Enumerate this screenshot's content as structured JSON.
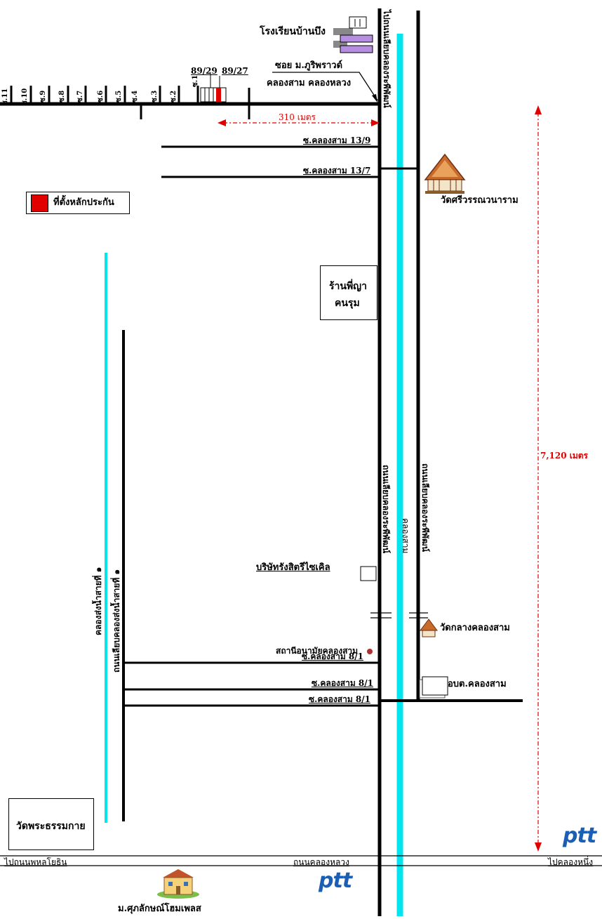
{
  "colors": {
    "road": "#000000",
    "canal": "#00e5ee",
    "distance": "#e00000",
    "legend_marker": "#e00000",
    "school": "#b58ee0",
    "ptt": "#1a5fb4"
  },
  "legend": {
    "label": "ที่ตั้งหลักประกัน"
  },
  "top_area": {
    "school": "โรงเรียนบ้านบึง",
    "to_road": "ไปถนนเลียบคลองระพีพัฒน์",
    "soi_name": "ซอย ม.ภูริพราวด์",
    "canal_names": "คลองสาม คลองหลวง",
    "plot_left": "89/29",
    "plot_right": "89/27",
    "distance_short": "310 เมตร",
    "sois": [
      "ซ.11",
      "ซ.10",
      "ซ.9",
      "ซ.8",
      "ซ.7",
      "ซ.6",
      "ซ.5",
      "ซ.4",
      "ซ.3",
      "ซ.2",
      "ซ.1"
    ]
  },
  "side_roads": {
    "r13_9": "ซ.คลองสาม 13/9",
    "r13_7": "ซ.คลองสาม 13/7",
    "r8_1a": "ซ.คลองสาม 8/1",
    "r8_1b": "ซ.คลองสาม 8/1",
    "r8_1c": "ซ.คลองสาม 8/1"
  },
  "places": {
    "temple_top": "วัดศรีวรรณวนาราม",
    "shop_line1": "ร้านพี่ญา",
    "shop_line2": "คนรุม",
    "company": "บริษัทรังสิตรีไซเคิล",
    "temple_mid": "วัดกลางคลองสาม",
    "health": "สถานีอนามัยคลองสาม",
    "sao": "อบต.คลองสาม",
    "wat_dhamma": "วัดพระธรรมกาย",
    "village": "ม.ศุภลักษณ์โฮมเพลส"
  },
  "vertical_labels": {
    "road_west": "ถนนเลียบคลองระพีพัฒน์",
    "canal": "คลองสาม",
    "road_east": "ถนนเลียบคลองระพีพัฒน์",
    "canal_left": "คลองส่งน้ำสายที่ ๑",
    "road_left": "ถนนเลียบคลองส่งน้ำสายที่ ๑"
  },
  "bottom": {
    "to_phahon": "ไปถนนพหลโยธิน",
    "main_road": "ถนนคลองหลวง",
    "to_khlong_nueng": "ไปคลองหนึ่ง",
    "ptt_logo": "ptt"
  },
  "distance_long": "7,120 เมตร"
}
